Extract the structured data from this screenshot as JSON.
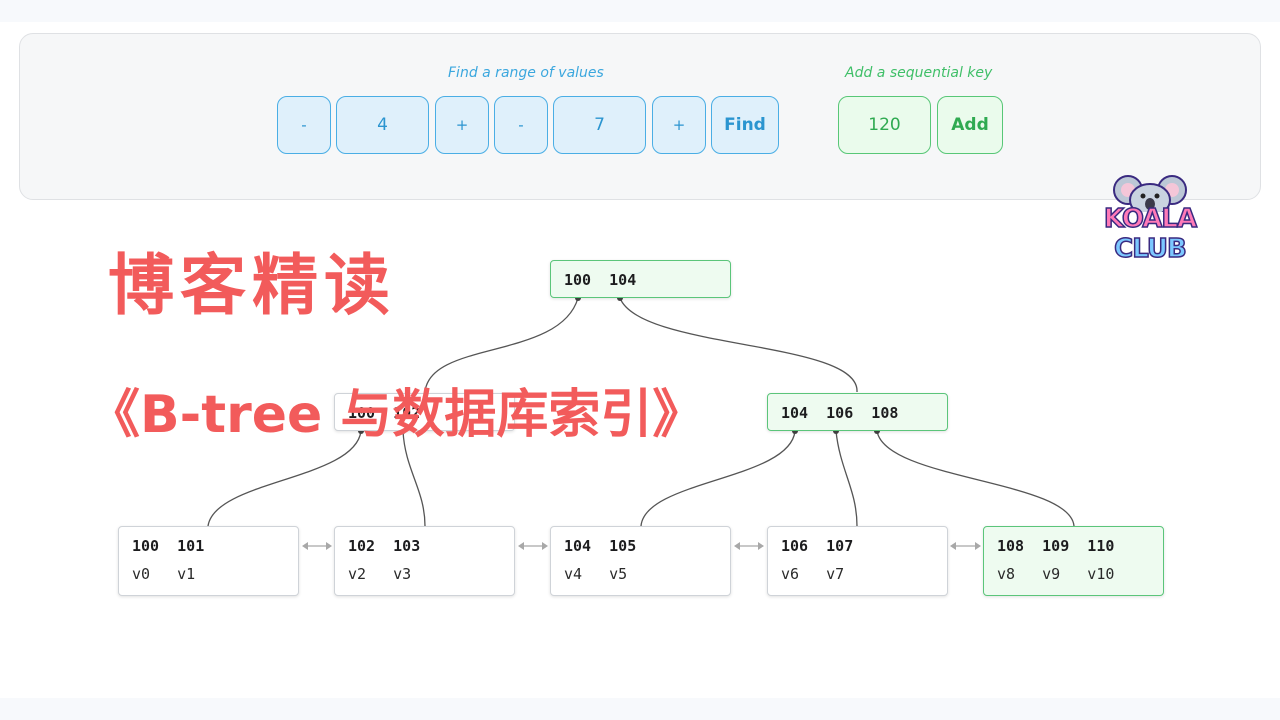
{
  "range_finder": {
    "caption": "Find a range of values",
    "from_decrement": "-",
    "from_value": "4",
    "from_increment": "+",
    "to_decrement": "-",
    "to_value": "7",
    "to_increment": "+",
    "find_label": "Find"
  },
  "sequential_add": {
    "caption": "Add a sequential key",
    "key_value": "120",
    "add_label": "Add"
  },
  "tree": {
    "root": {
      "keys": "100  104",
      "highlighted": true
    },
    "internal": [
      {
        "keys": "100  102",
        "highlighted": false
      },
      {
        "keys": "104  106  108",
        "highlighted": true
      }
    ],
    "leaves": [
      {
        "keys": "100  101",
        "values": "v0   v1",
        "highlighted": false
      },
      {
        "keys": "102  103",
        "values": "v2   v3",
        "highlighted": false
      },
      {
        "keys": "104  105",
        "values": "v4   v5",
        "highlighted": false
      },
      {
        "keys": "106  107",
        "values": "v6   v7",
        "highlighted": false
      },
      {
        "keys": "108  109  110",
        "values": "v8   v9   v10",
        "highlighted": true
      }
    ]
  },
  "overlay": {
    "title": "博客精读",
    "subtitle": "《B-tree 与数据库索引》"
  },
  "logo": {
    "line1": "KOALA",
    "line2": "CLUB"
  },
  "colors": {
    "range_accent": "#3ba7de",
    "add_accent": "#3fbf68",
    "highlight_fill": "#eefbf0",
    "overlay_text": "#f25b5b"
  }
}
